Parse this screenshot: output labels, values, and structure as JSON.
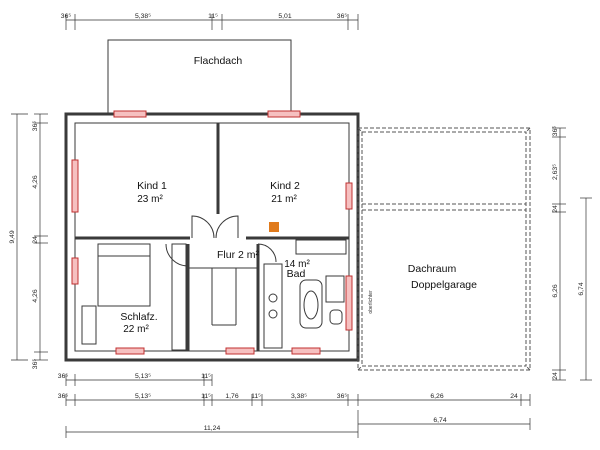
{
  "rooms": {
    "flachdach": "Flachdach",
    "kind1": "Kind 1",
    "kind1_area": "23 m²",
    "kind2": "Kind 2",
    "kind2_area": "21 m²",
    "flur": "Flur  2 m²",
    "bad_area": "14 m²",
    "bad": "Bad",
    "schlafz": "Schlafz.",
    "schlafz_area": "22 m²",
    "dachraum": "Dachraum",
    "doppelgarage": "Doppelgarage",
    "oberlichter": "oberlichter"
  },
  "dimensions": {
    "top": [
      "36⁵",
      "5,38⁵",
      "11⁵",
      "5,01",
      "36⁵"
    ],
    "bottom_row1": [
      "36⁵",
      "5,13⁵",
      "11⁵"
    ],
    "bottom_row2": [
      "36⁵",
      "5,13⁵",
      "11⁵",
      "1,76",
      "11⁵",
      "3,38⁵",
      "36⁵",
      "6,26",
      "24"
    ],
    "bottom_total": "11,24",
    "bottom_garage": "6,74",
    "left_inner": [
      "36⁵",
      "4,26",
      "24",
      "4,26",
      "36⁵"
    ],
    "left_total": "9,49",
    "right_inner": [
      "36⁵",
      "2,63⁵",
      "24",
      "6,26",
      "24"
    ],
    "right_total": "6,74"
  }
}
